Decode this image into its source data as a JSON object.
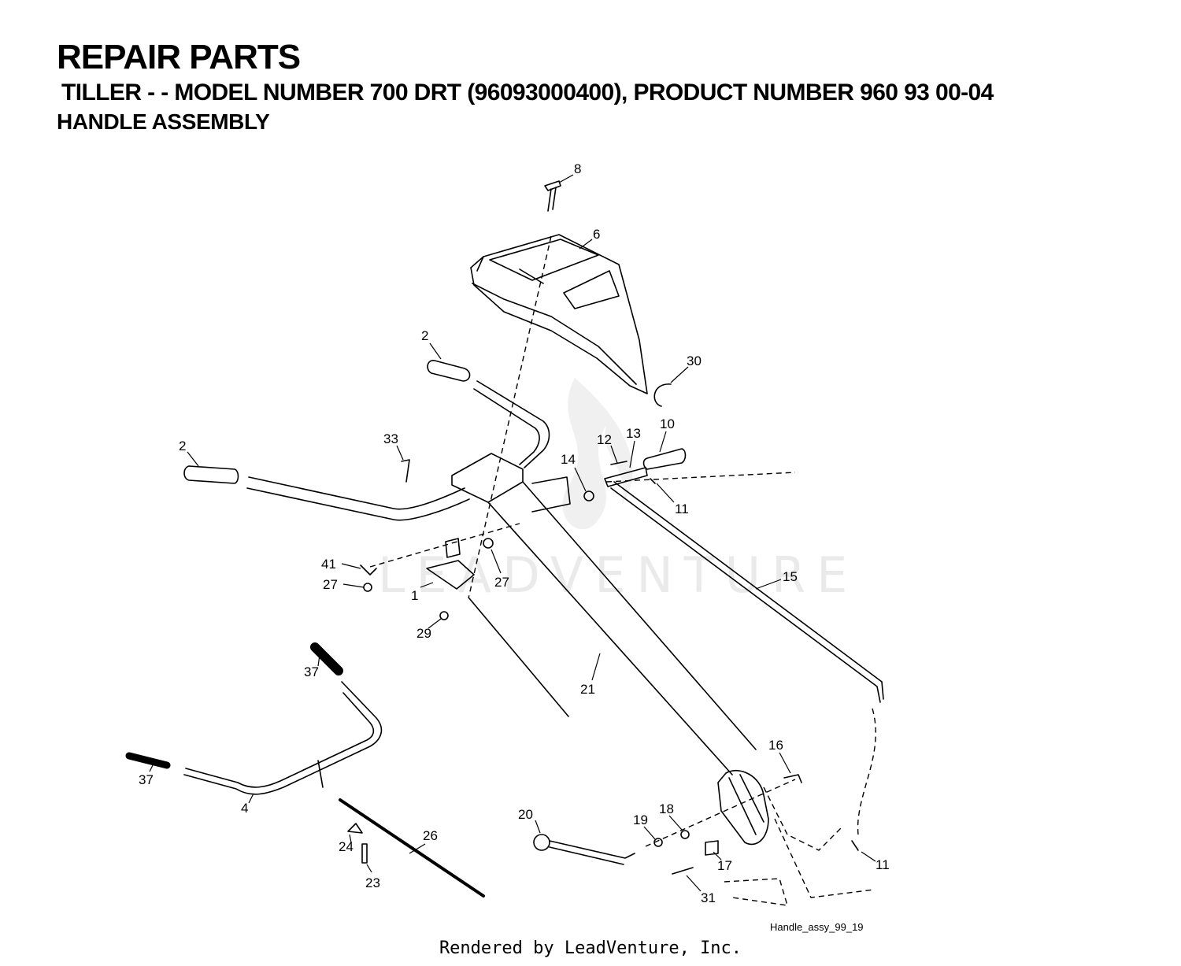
{
  "header": {
    "title": "REPAIR PARTS",
    "subtitle": "TILLER - - MODEL NUMBER 700 DRT (96093000400), PRODUCT NUMBER 960 93 00-04",
    "section": "HANDLE ASSEMBLY"
  },
  "watermark": {
    "text": "LEADVENTURE",
    "icon": "flame-logo-icon"
  },
  "callouts": [
    "8",
    "6",
    "2",
    "30",
    "2",
    "33",
    "12",
    "13",
    "10",
    "14",
    "11",
    "41",
    "27",
    "1",
    "27",
    "15",
    "29",
    "37",
    "21",
    "37",
    "4",
    "16",
    "20",
    "19",
    "18",
    "26",
    "24",
    "17",
    "11",
    "23",
    "31"
  ],
  "figure_ref": "Handle_assy_99_19",
  "footer": "Rendered by LeadVenture, Inc."
}
